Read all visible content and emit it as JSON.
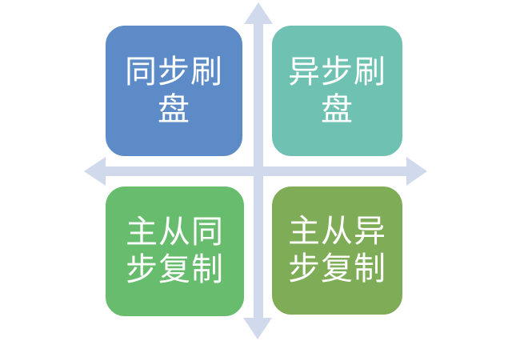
{
  "diagram": {
    "type": "quadrant-matrix",
    "background_color": "#ffffff",
    "text_color": "#ffffff",
    "axes": {
      "color": "#d0daec",
      "style": "double-headed cross arrows (up, down, left, right)"
    },
    "quadrants": [
      {
        "position": "top-left",
        "label": "同步刷盘",
        "lines": [
          "同步刷",
          "盘"
        ],
        "color": "#5c8bc7"
      },
      {
        "position": "top-right",
        "label": "异步刷盘",
        "lines": [
          "异步刷",
          "盘"
        ],
        "color": "#6fc2b2"
      },
      {
        "position": "bottom-left",
        "label": "主从同步复制",
        "lines": [
          "主从同",
          "步复制"
        ],
        "color": "#67bc6d"
      },
      {
        "position": "bottom-right",
        "label": "主从异步复制",
        "lines": [
          "主从异",
          "步复制"
        ],
        "color": "#7fac57"
      }
    ]
  }
}
